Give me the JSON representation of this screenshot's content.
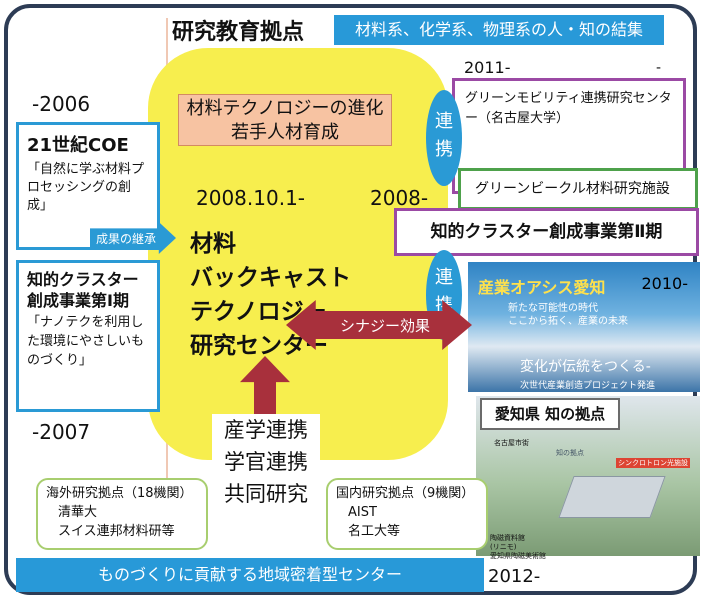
{
  "title": "研究教育拠点",
  "top_banner": "材料系、化学系、物理系の人・知の結集",
  "center": {
    "box": [
      "材料テクノロジーの進化",
      "若手人材育成"
    ],
    "date": "2008.10.1-",
    "year_right": "2008-",
    "name_lines": [
      "材料",
      "バックキャスト",
      "テクノロジー",
      "研究センター"
    ]
  },
  "left": {
    "year_top": "-2006",
    "coe_title": "21世紀COE",
    "coe_text": "「自然に学ぶ材料プロセッシングの創成」",
    "inherit_arrow": "成果の継承",
    "cluster_title": "知的クラスター創成事業第Ⅰ期",
    "cluster_text": "「ナノテクを利用した環境にやさしいものづくり」",
    "year_bottom": "-2007"
  },
  "right": {
    "year_2011": "2011-",
    "dash": "-",
    "link1": [
      "連",
      "携"
    ],
    "green_mobility": "グリーンモビリティ連携研究センター（名古屋大学）",
    "green_vehicle": "グリーンビークル材料研究施設",
    "cluster2": "知的クラスター創成事業第Ⅱ期",
    "link2": [
      "連",
      "携"
    ],
    "photo1": {
      "brand": "産業オアシス愛知",
      "year": "2010-",
      "sub1": "新たな可能性の時代",
      "sub2": "ここから拓く、産業の未来",
      "slogan": "変化が伝統をつくる-",
      "project": "次世代産業創造プロジェクト発進"
    },
    "aichi_label": "愛知県 知の拠点",
    "photo2": {
      "label_city": "名古屋市街",
      "label_place": "知の拠点",
      "label_sync": "シンクロトロン光施設",
      "label_station": "陶磁資料館",
      "label_station2": "(リニモ)",
      "label_station3": "愛知県陶磁美術館"
    },
    "year_2012": "2012-"
  },
  "synergy": "シナジー効果",
  "collab": [
    "産学連携",
    "学官連携",
    "共同研究"
  ],
  "overseas": {
    "title": "海外研究拠点（18機関）",
    "items": [
      "清華大",
      "スイス連邦材料研等"
    ]
  },
  "domestic": {
    "title": "国内研究拠点（9機関）",
    "items": [
      "AIST",
      "名工大等"
    ]
  },
  "bottom_banner": "ものづくりに貢献する地域密着型センター",
  "colors": {
    "frame": "#2d3c55",
    "blue": "#2899d8",
    "yellow": "#f7ee4e",
    "orange_box": "#f7c3a2",
    "purple": "#9b4aa4",
    "green": "#4ea14b",
    "dark_red": "#a8303c",
    "light_green": "#a8ce6f"
  }
}
